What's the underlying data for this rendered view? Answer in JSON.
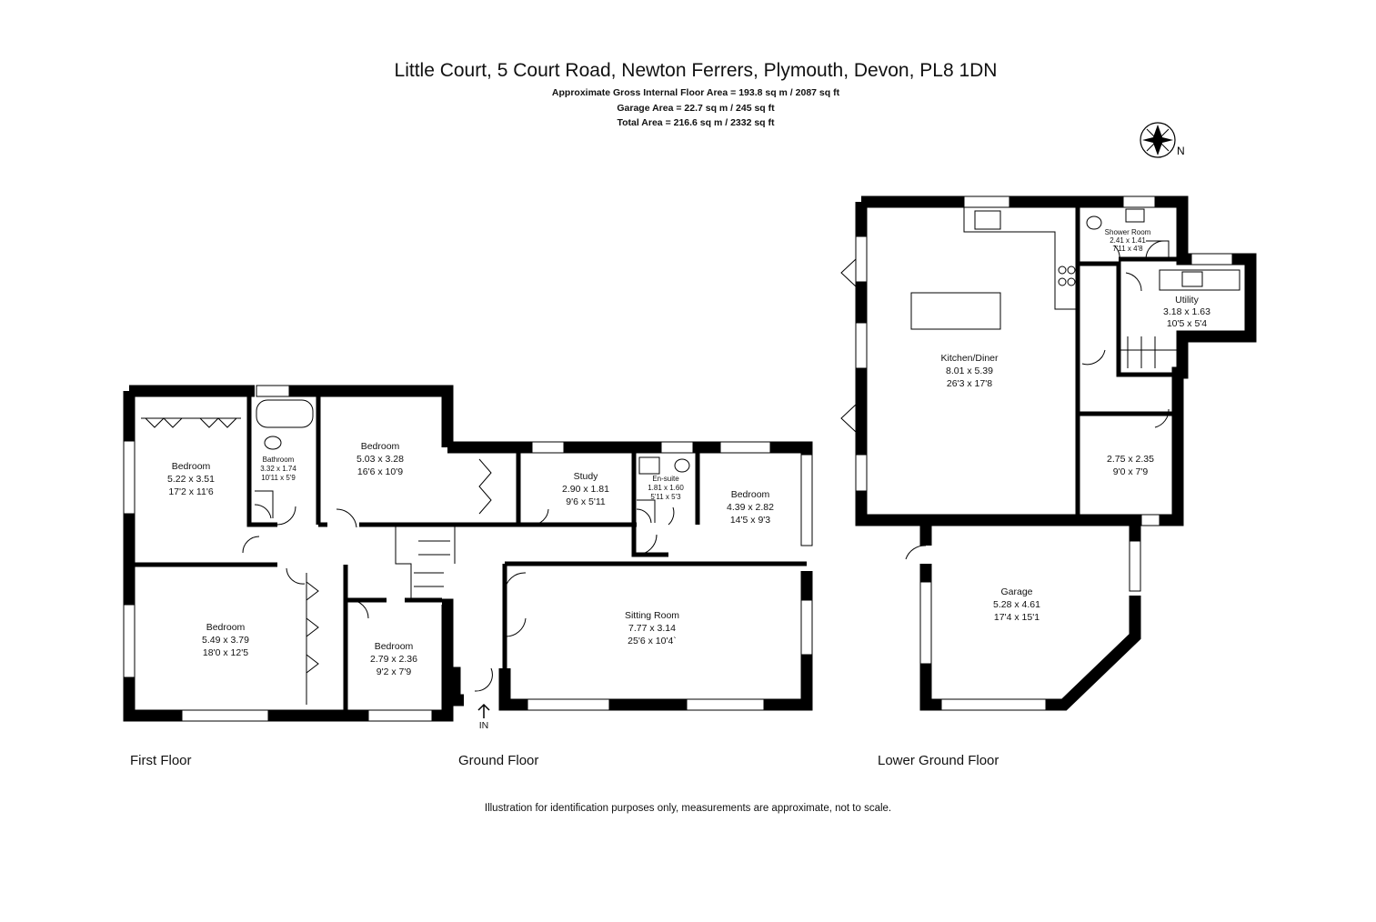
{
  "header": {
    "address": "Little Court, 5 Court Road, Newton Ferrers, Plymouth, Devon, PL8 1DN",
    "gross_area": "Approximate Gross Internal Floor Area  = 193.8 sq m / 2087 sq ft",
    "garage_area": "Garage Area = 22.7 sq m / 245 sq ft",
    "total_area": "Total Area = 216.6 sq m / 2332 sq ft"
  },
  "compass": {
    "label": "N",
    "icon": "compass-rose-icon"
  },
  "floors": {
    "first": "First Floor",
    "ground": "Ground Floor",
    "lower_ground": "Lower Ground Floor"
  },
  "entrance": "IN",
  "rooms": {
    "bedroom1": {
      "name": "Bedroom",
      "metric": "5.22 x 3.51",
      "imperial": "17'2 x 11'6"
    },
    "bathroom": {
      "name": "Bathroom",
      "metric": "3.32 x 1.74",
      "imperial": "10'11 x 5'9"
    },
    "bedroom2": {
      "name": "Bedroom",
      "metric": "5.03 x 3.28",
      "imperial": "16'6 x 10'9"
    },
    "study": {
      "name": "Study",
      "metric": "2.90 x 1.81",
      "imperial": "9'6 x 5'11"
    },
    "ensuite": {
      "name": "En-suite",
      "metric": "1.81 x 1.60",
      "imperial": "5'11 x 5'3"
    },
    "bedroom3": {
      "name": "Bedroom",
      "metric": "4.39 x 2.82",
      "imperial": "14'5 x 9'3"
    },
    "bedroom4": {
      "name": "Bedroom",
      "metric": "5.49 x 3.79",
      "imperial": "18'0 x 12'5"
    },
    "bedroom5": {
      "name": "Bedroom",
      "metric": "2.79 x 2.36",
      "imperial": "9'2 x 7'9"
    },
    "sitting": {
      "name": "Sitting Room",
      "metric": "7.77 x 3.14",
      "imperial": "25'6 x 10'4`"
    },
    "kitchen": {
      "name": "Kitchen/Diner",
      "metric": "8.01 x 5.39",
      "imperial": "26'3 x 17'8"
    },
    "shower": {
      "name": "Shower Room",
      "metric": "2.41 x 1.41",
      "imperial": "7'11 x 4'8"
    },
    "utility": {
      "name": "Utility",
      "metric": "3.18 x 1.63",
      "imperial": "10'5 x 5'4"
    },
    "store": {
      "metric": "2.75 x 2.35",
      "imperial": "9'0 x 7'9"
    },
    "garage": {
      "name": "Garage",
      "metric": "5.28 x 4.61",
      "imperial": "17'4 x 15'1"
    }
  },
  "disclaimer": "Illustration for identification purposes only, measurements are approximate, not to scale.",
  "colors": {
    "wall": "#000000",
    "window": "#ffffff",
    "fixture": "#999999"
  }
}
